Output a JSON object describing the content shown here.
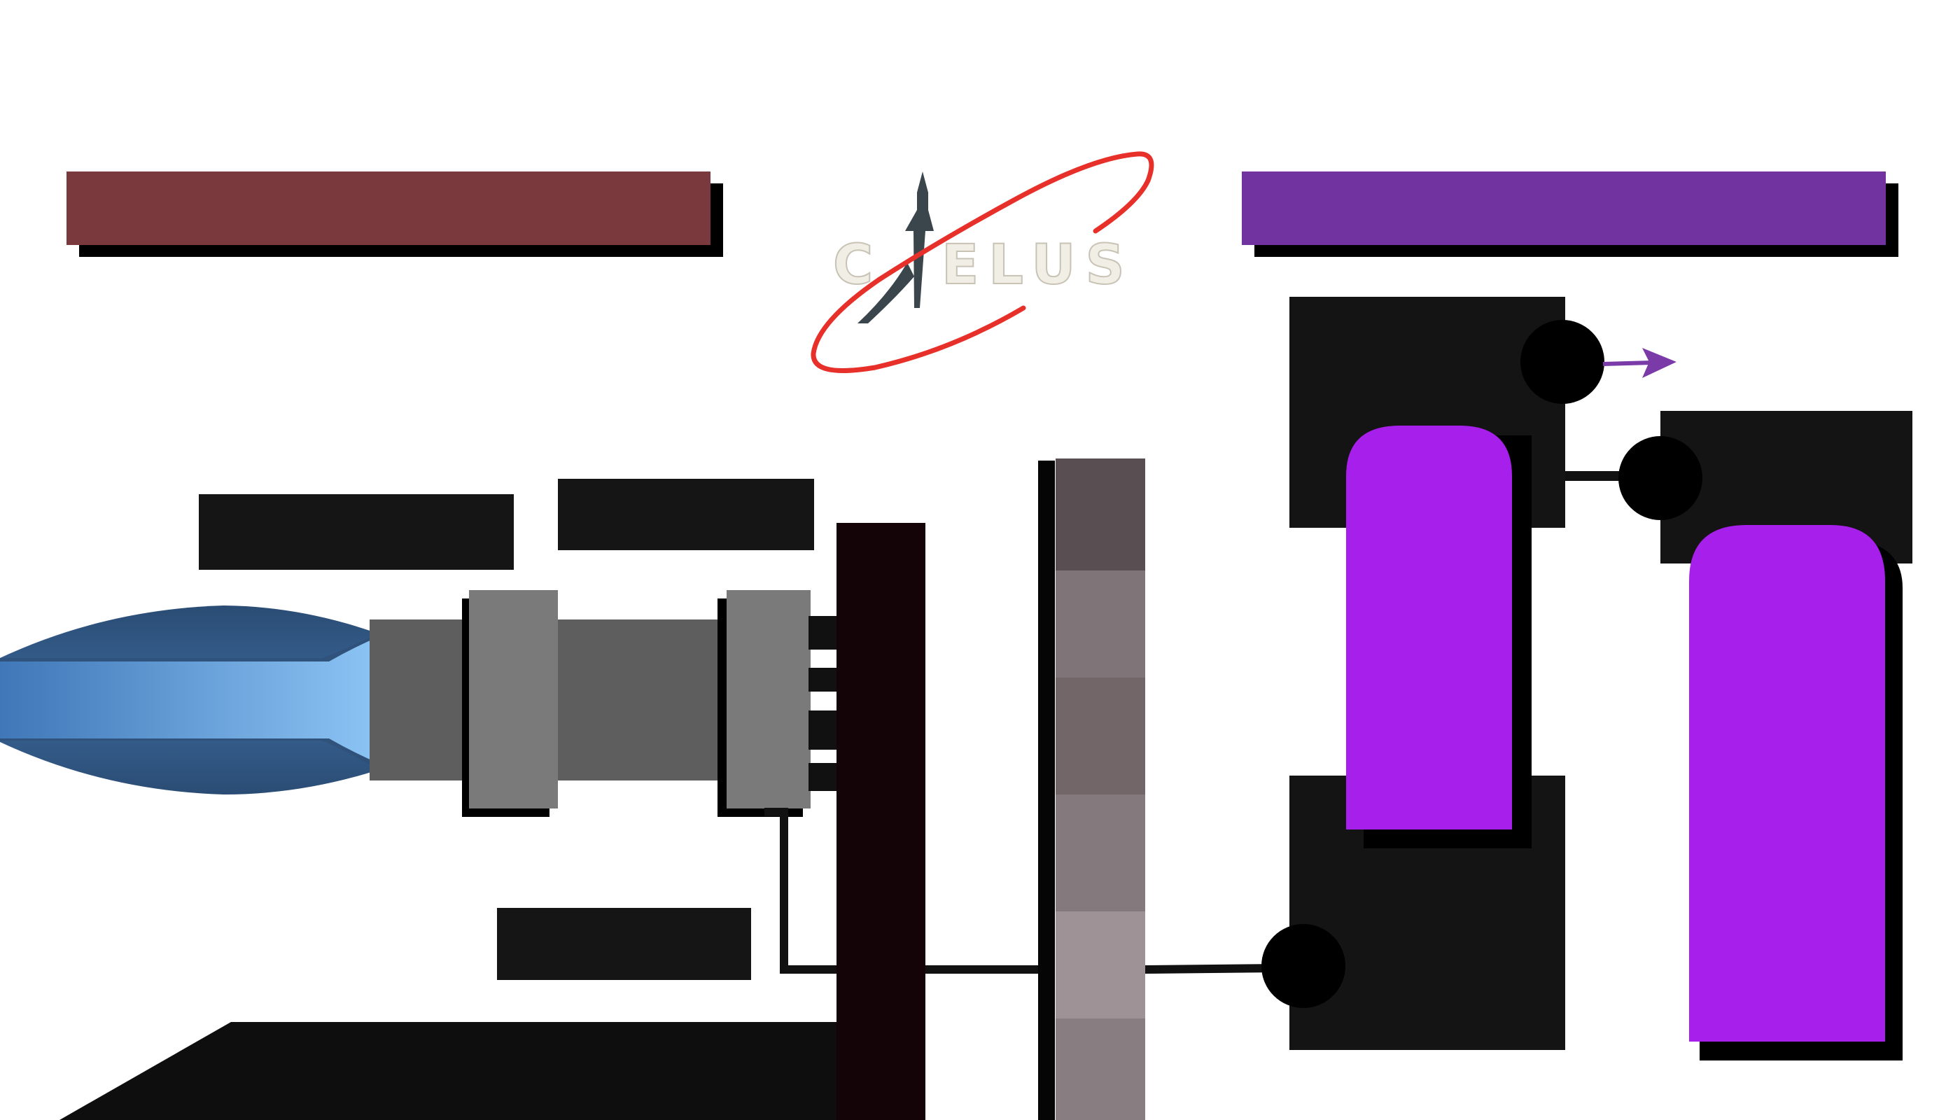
{
  "logo": {
    "text": "CAELUS",
    "letters_left": "C",
    "letters_right": "ELUS",
    "ring_color": "#E8302A",
    "rocket_color": "#3A454C",
    "letter_color": "#F1EEE6"
  },
  "colors": {
    "left_header_bar": "#7A393C",
    "right_header_bar": "#7033A0",
    "label_block": "#151515",
    "shadow": "#000000",
    "flame_outer": "#2D4D72",
    "flame_inner": "#5FA2E8",
    "chamber": "#5E5E5E",
    "flange": "#7A7A7A",
    "bulkhead": "#140408",
    "tank": "#A61FEA",
    "tank_block": "#141414",
    "node": "#000000",
    "arrow": "#7A3AA8"
  },
  "inter_plate_segments": [
    "#594E52",
    "#7F7477",
    "#736669",
    "#847A7D",
    "#9F9296",
    "#887E81"
  ]
}
